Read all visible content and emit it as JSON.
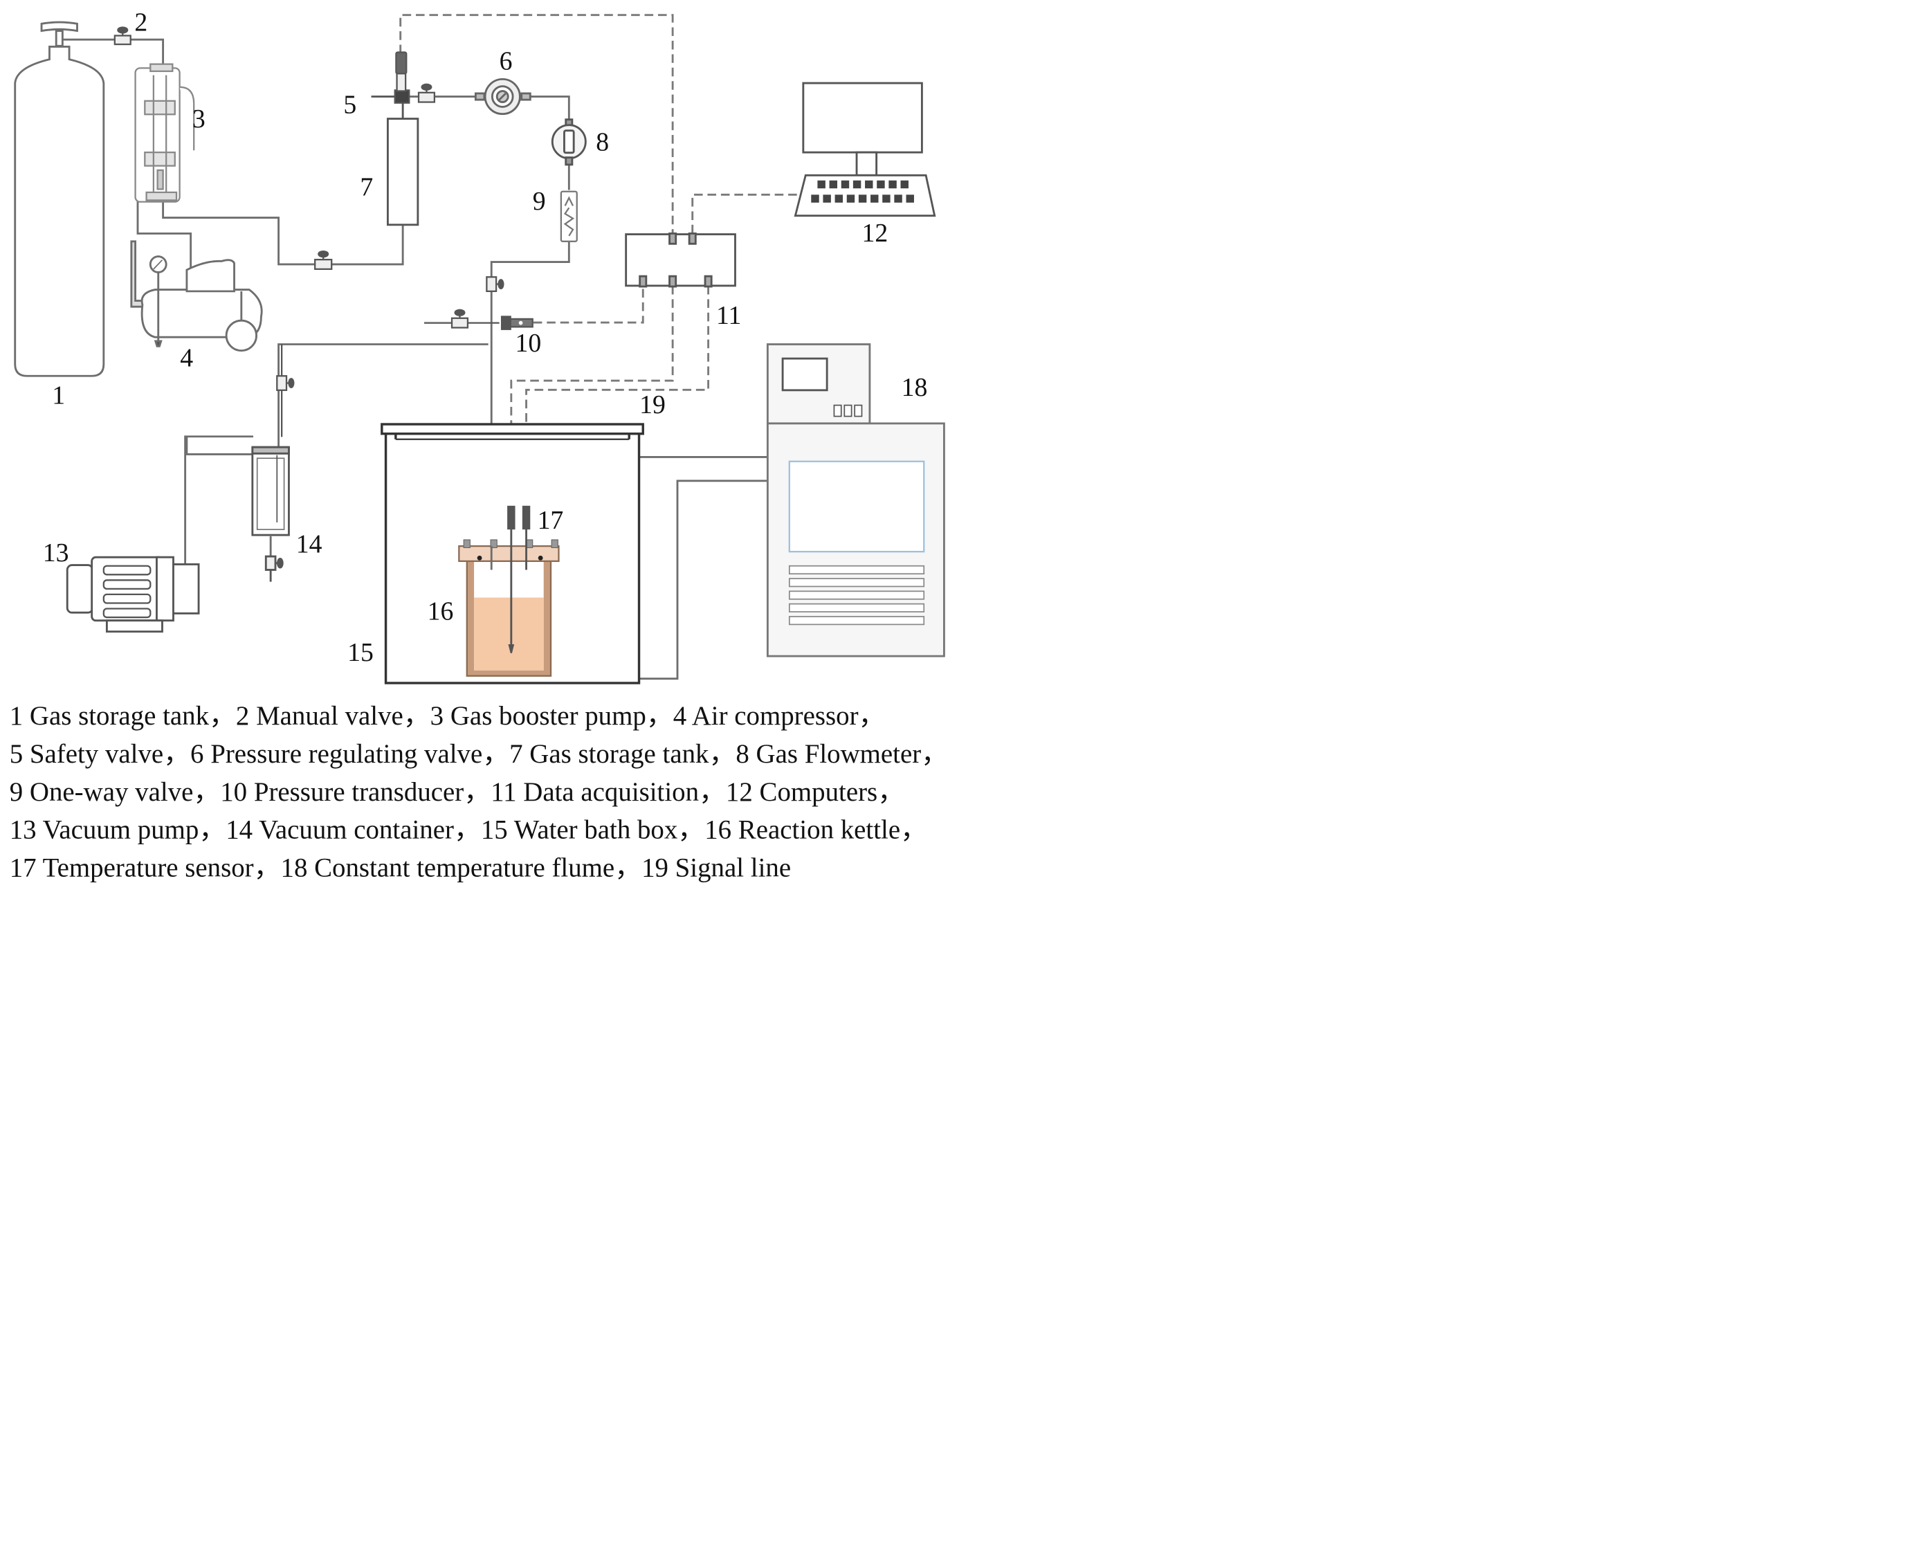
{
  "components": [
    {
      "number": "1",
      "name": "Gas storage tank"
    },
    {
      "number": "2",
      "name": "Manual valve"
    },
    {
      "number": "3",
      "name": "Gas booster pump"
    },
    {
      "number": "4",
      "name": "Air compressor"
    },
    {
      "number": "5",
      "name": "Safety valve"
    },
    {
      "number": "6",
      "name": "Pressure regulating valve"
    },
    {
      "number": "7",
      "name": "Gas storage tank"
    },
    {
      "number": "8",
      "name": "Gas Flowmeter"
    },
    {
      "number": "9",
      "name": "One-way valve"
    },
    {
      "number": "10",
      "name": "Pressure transducer"
    },
    {
      "number": "11",
      "name": "Data acquisition"
    },
    {
      "number": "12",
      "name": "Computers"
    },
    {
      "number": "13",
      "name": "Vacuum pump"
    },
    {
      "number": "14",
      "name": "Vacuum container"
    },
    {
      "number": "15",
      "name": "Water bath box"
    },
    {
      "number": "16",
      "name": "Reaction kettle"
    },
    {
      "number": "17",
      "name": "Temperature sensor"
    },
    {
      "number": "18",
      "name": "Constant temperature flume"
    },
    {
      "number": "19",
      "name": "Signal line"
    }
  ],
  "legend_lines": [
    "1 Gas storage tank，2 Manual valve，3 Gas booster pump，4 Air compressor，",
    "5 Safety valve，6 Pressure regulating valve，7 Gas storage tank，8 Gas Flowmeter，",
    "9 One-way valve，10 Pressure transducer，11 Data acquisition，12 Computers，",
    "13 Vacuum pump，14 Vacuum container，15 Water bath box，16 Reaction kettle，",
    "17 Temperature sensor，18 Constant temperature flume，19 Signal line"
  ],
  "colors": {
    "pipe": "#6e6e6e",
    "signal_line": "#7a7a7a",
    "outline": "#555555",
    "liquid": "#f5c8a6",
    "kettle_wall": "#c79c7c",
    "display": "#9ec0dc"
  }
}
